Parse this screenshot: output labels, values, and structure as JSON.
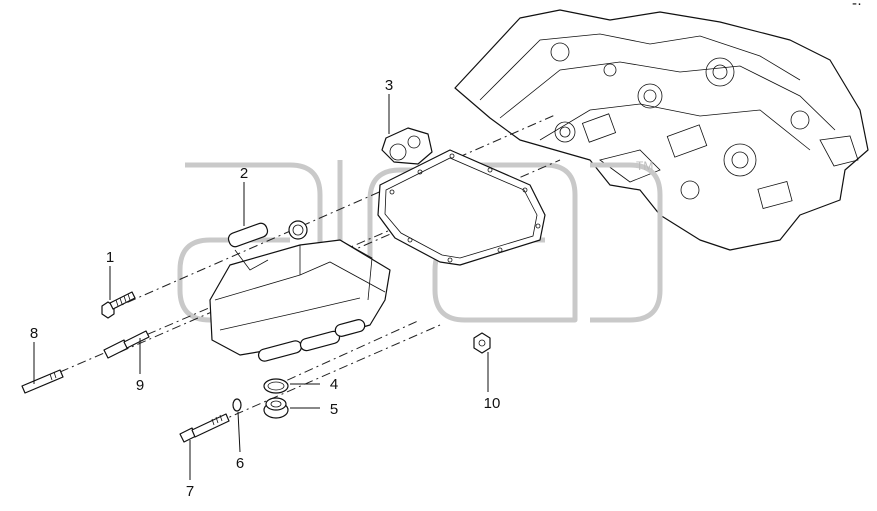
{
  "diagram": {
    "watermark_letters": [
      "a",
      "l",
      "f",
      "a"
    ],
    "watermark_mark": "TM",
    "callouts": [
      {
        "id": "1",
        "label": "1"
      },
      {
        "id": "2",
        "label": "2"
      },
      {
        "id": "3",
        "label": "3"
      },
      {
        "id": "4",
        "label": "4"
      },
      {
        "id": "5",
        "label": "5"
      },
      {
        "id": "6",
        "label": "6"
      },
      {
        "id": "7",
        "label": "7"
      },
      {
        "id": "8",
        "label": "8"
      },
      {
        "id": "9",
        "label": "9"
      },
      {
        "id": "10",
        "label": "10"
      }
    ],
    "parts": [
      {
        "callout": "1",
        "name": "bolt"
      },
      {
        "callout": "2",
        "name": "oil-cooler-housing"
      },
      {
        "callout": "3",
        "name": "gasket"
      },
      {
        "callout": "4",
        "name": "o-ring"
      },
      {
        "callout": "5",
        "name": "plug"
      },
      {
        "callout": "6",
        "name": "washer"
      },
      {
        "callout": "7",
        "name": "bolt"
      },
      {
        "callout": "8",
        "name": "stud"
      },
      {
        "callout": "9",
        "name": "stud"
      },
      {
        "callout": "10",
        "name": "nut"
      }
    ]
  }
}
